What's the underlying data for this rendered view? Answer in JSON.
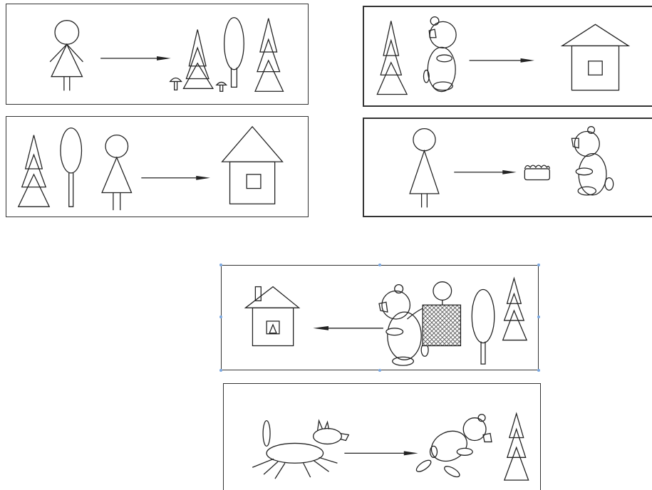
{
  "colors": {
    "stroke": "#222222",
    "frame": "#333333",
    "selection_handle": "#7aa7e0",
    "hatch": "#555555"
  },
  "panels": [
    {
      "scene": "girl-to-forest"
    },
    {
      "scene": "forest-girl-to-house"
    },
    {
      "scene": "bear-to-house"
    },
    {
      "scene": "girl-pie-bear"
    },
    {
      "scene": "bear-girl-basket-to-house"
    },
    {
      "scene": "fox-chases-bear"
    }
  ]
}
